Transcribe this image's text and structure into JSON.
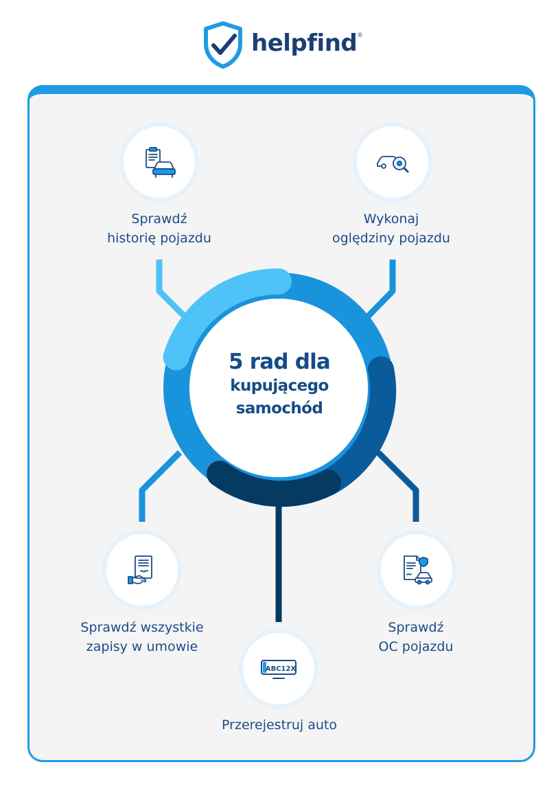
{
  "brand": {
    "name": "helpfind",
    "registered_mark": "®"
  },
  "colors": {
    "brand_dark": "#1b3f72",
    "brand_blue": "#1f9be4",
    "ring_light": "#4fc3f7",
    "ring_mid": "#1a93dd",
    "ring_dark": "#0b5a9a",
    "ring_darkest": "#053b63",
    "card_bg": "#f4f4f5",
    "label_text": "#1b4b86"
  },
  "center": {
    "line1": "5 rad dla",
    "line2": "kupującego",
    "line3": "samochód"
  },
  "steps": [
    {
      "icon": "clipboard-car-icon",
      "line1": "Sprawdź",
      "line2": "historię pojazdu"
    },
    {
      "icon": "car-magnifier-icon",
      "line1": "Wykonaj",
      "line2": "oględziny pojazdu"
    },
    {
      "icon": "contract-handshake-icon",
      "line1": "Sprawdź wszystkie",
      "line2": "zapisy w umowie"
    },
    {
      "icon": "license-plate-icon",
      "line1": "Przerejestruj auto",
      "line2": "",
      "plate_text": "ABC12X"
    },
    {
      "icon": "insurance-document-car-icon",
      "line1": "Sprawdź",
      "line2": "OC pojazdu"
    }
  ]
}
